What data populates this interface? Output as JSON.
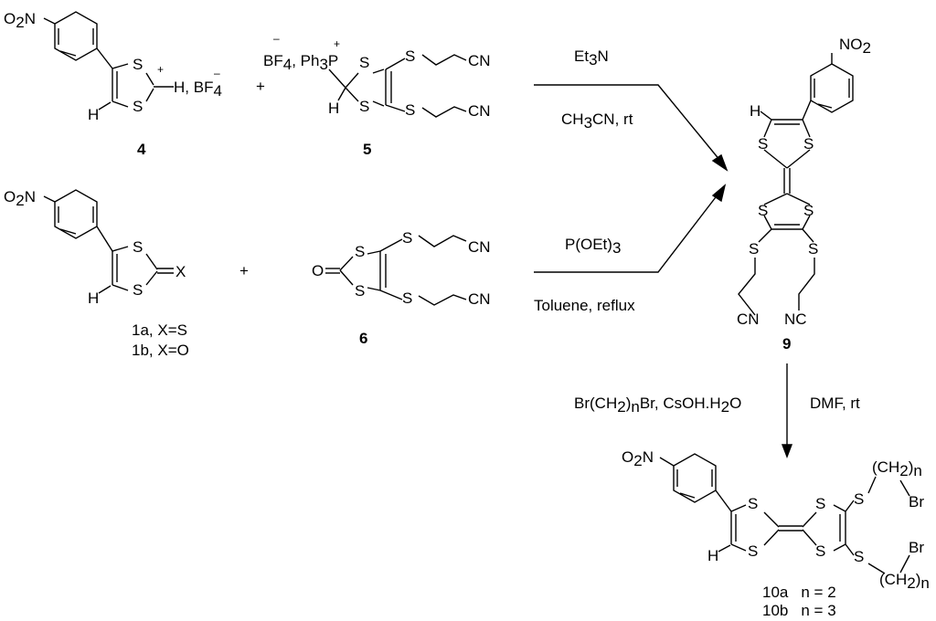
{
  "compounds": {
    "c4": {
      "label": "4",
      "plus": "+",
      "counterion": ", BF",
      "counterion_sub": "4",
      "counterion_charge": "–",
      "h": "H",
      "h_bond": "–H"
    },
    "c5": {
      "label": "5",
      "minus": "–",
      "bf": "BF",
      "bf_sub": "4",
      "ph": ", Ph",
      "ph_sub": "3",
      "p": "P",
      "plus": "+",
      "h": "H"
    },
    "c1": {
      "label_a": "1a",
      "label_a_rest": ", X=S",
      "label_b": "1b",
      "label_b_rest": ", X=O",
      "x": "X",
      "h": "H"
    },
    "c6": {
      "label": "6",
      "o": "O"
    },
    "c9": {
      "label": "9",
      "h": "H"
    },
    "c10": {
      "label_a": "10a",
      "label_a_rest": "n = 2",
      "label_b": "10b",
      "label_b_rest": "n = 3",
      "h": "H",
      "ch2_open": "(CH",
      "ch2_sub": "2",
      "ch2_close": ")",
      "ch2_n": "n",
      "br": "Br"
    }
  },
  "atoms": {
    "s": "S",
    "cn": "CN",
    "nc": "NC",
    "o2n": "O",
    "o2n_sub": "2",
    "n_tail": "N",
    "no2_n": "NO",
    "no2_sub": "2",
    "plus_sign": "+"
  },
  "conditions": {
    "r1_top": "Et",
    "r1_top_sub": "3",
    "r1_top_end": "N",
    "r1_bottom_a": "CH",
    "r1_bottom_sub": "3",
    "r1_bottom_b": "CN, rt",
    "r2_top_a": "P(OEt)",
    "r2_top_sub": "3",
    "r2_bottom": "Toluene, reflux",
    "r3_left_a": "Br(CH",
    "r3_left_sub1": "2",
    "r3_left_b": ")",
    "r3_left_sub2": "n",
    "r3_left_c": "Br, CsOH.H",
    "r3_left_sub3": "2",
    "r3_left_d": "O",
    "r3_right": "DMF, rt"
  }
}
